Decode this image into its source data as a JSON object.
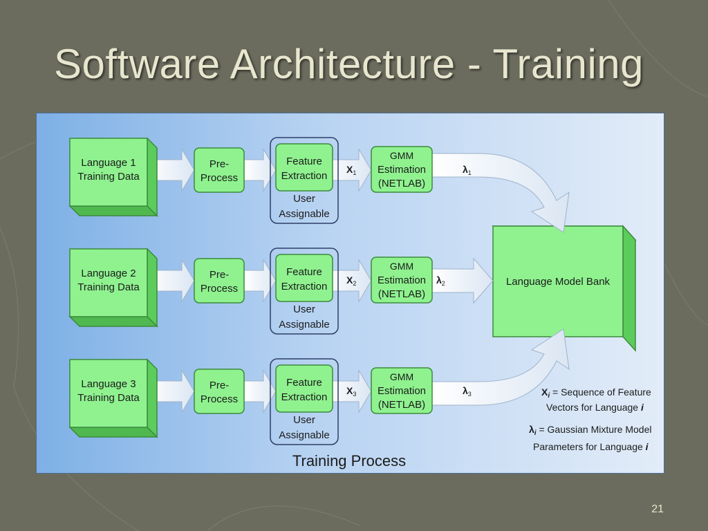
{
  "slide": {
    "title": "Software Architecture - Training",
    "page_number": "21"
  },
  "diagram": {
    "rows": [
      {
        "data_line1": "Language 1",
        "data_line2": "Training Data",
        "x_var": "X",
        "x_sub": "1",
        "lambda": "λ",
        "lambda_sub": "1"
      },
      {
        "data_line1": "Language 2",
        "data_line2": "Training Data",
        "x_var": "X",
        "x_sub": "2",
        "lambda": "λ",
        "lambda_sub": "2"
      },
      {
        "data_line1": "Language 3",
        "data_line2": "Training Data",
        "x_var": "X",
        "x_sub": "3",
        "lambda": "λ",
        "lambda_sub": "3"
      }
    ],
    "preprocess": {
      "line1": "Pre-",
      "line2": "Process"
    },
    "feature": {
      "line1": "Feature",
      "line2": "Extraction"
    },
    "user": {
      "line1": "User",
      "line2": "Assignable"
    },
    "gmm": {
      "line1": "GMM",
      "line2": "Estimation",
      "line3": "(NETLAB)"
    },
    "model_bank": "Language Model Bank",
    "caption": "Training Process",
    "legend": {
      "x_symbol": "X",
      "x_sub": "i",
      "x_line1": " = Sequence of Feature",
      "x_line2_text": "Vectors for Language ",
      "x_line2_var": "i",
      "lambda_symbol": "λ",
      "lambda_sub": "i",
      "lambda_line1": " = Gaussian Mixture Model",
      "lambda_line2_text": "Parameters for Language ",
      "lambda_line2_var": "i"
    }
  },
  "colors": {
    "box_fill": "#8ff28f",
    "box_stroke": "#3c8a3c",
    "arrow_fill": "#f4f7fb",
    "arrow_stroke": "#9fb2c9"
  }
}
